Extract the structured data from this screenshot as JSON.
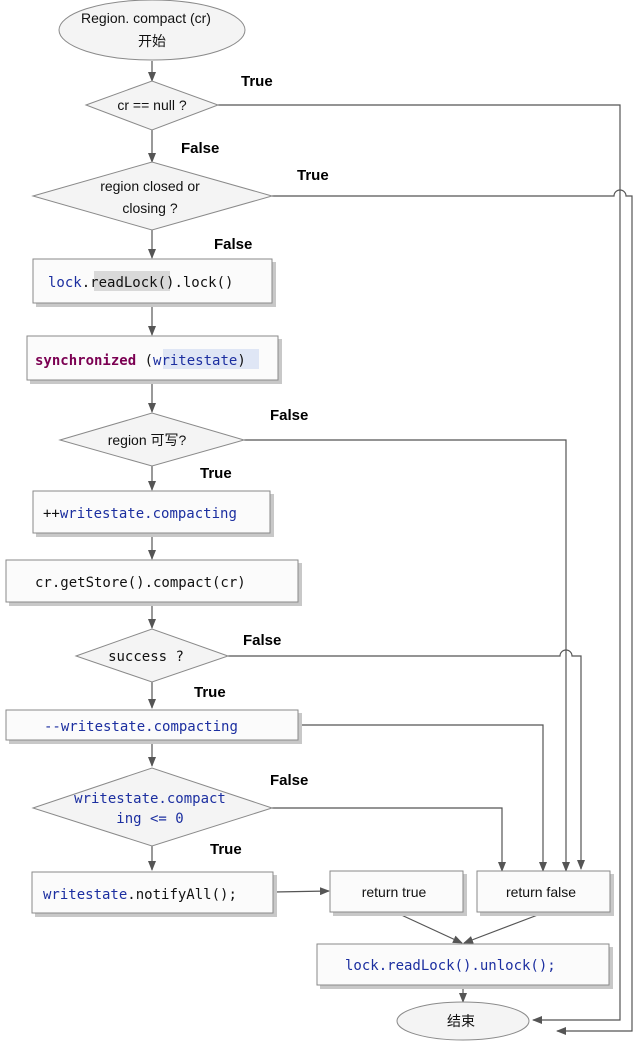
{
  "diagram": {
    "start": {
      "line1": "Region. compact (cr)",
      "line2": "开始"
    },
    "end": {
      "label": "结束"
    },
    "decisions": {
      "cr_null": "cr == null ?",
      "region_closed_1": "region closed or",
      "region_closed_2": "closing ?",
      "region_writable": "region 可写?",
      "success": "success ?",
      "compacting_le_1": "writestate.compact",
      "compacting_le_2": "ing <= 0"
    },
    "processes": {
      "lock_read": [
        "lock",
        ".",
        "readLock",
        "().lock()"
      ],
      "sync": [
        "synchronized",
        " (",
        "writestate",
        ")"
      ],
      "inc_compacting": [
        "++",
        "writestate",
        ".",
        "compacting"
      ],
      "store_compact": [
        "cr.getStore().compact(cr)"
      ],
      "dec_compacting": [
        "--",
        "writestate",
        ".",
        "compacting"
      ],
      "notify_all": [
        "writestate",
        ".notifyAll();"
      ],
      "return_true": "return true",
      "return_false": "return false",
      "unlock": [
        "lock",
        ".readLock().unlock();"
      ]
    },
    "edge_labels": {
      "true": "True",
      "false": "False"
    }
  }
}
